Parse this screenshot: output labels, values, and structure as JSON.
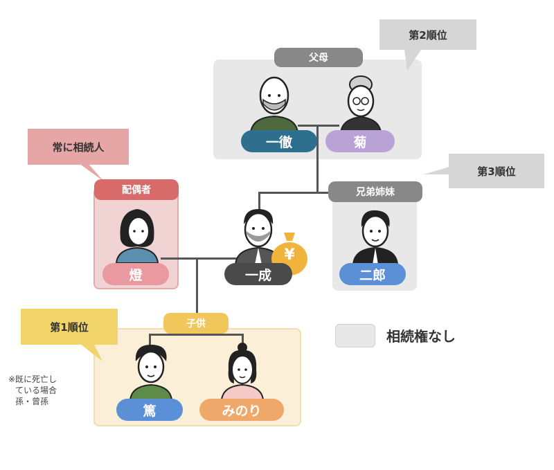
{
  "callouts": {
    "rank2": "第2順位",
    "rank3": "第3順位",
    "always": "常に相続人",
    "rank1": "第1順位"
  },
  "groups": {
    "parents": "父母",
    "spouse": "配偶者",
    "siblings": "兄弟姉妹",
    "children": "子供"
  },
  "people": {
    "father": "一徹",
    "mother": "菊",
    "spouse": "燈",
    "deceased": "一成",
    "sibling": "二郎",
    "child1": "篤",
    "child2": "みのり"
  },
  "money_symbol": "¥",
  "legend": {
    "label": "相続権なし"
  },
  "note": [
    "※既に死亡し",
    "ている場合",
    "孫・曾孫"
  ],
  "colors": {
    "no_right_bg": "#e8e8e8",
    "spouse_bg": "#f2d3d3",
    "spouse_header": "#d96a6a",
    "children_bg": "#fcefd8",
    "children_header": "#f1c75b",
    "group_header_gray": "#888888",
    "name_teal": "#2e6f8e",
    "name_purple": "#b9a3d6",
    "name_pink": "#e89aa0",
    "name_dark": "#4a4a4a",
    "name_blue": "#5b8fd6",
    "name_orange": "#f0a86a",
    "money_gold": "#f0b43c"
  }
}
